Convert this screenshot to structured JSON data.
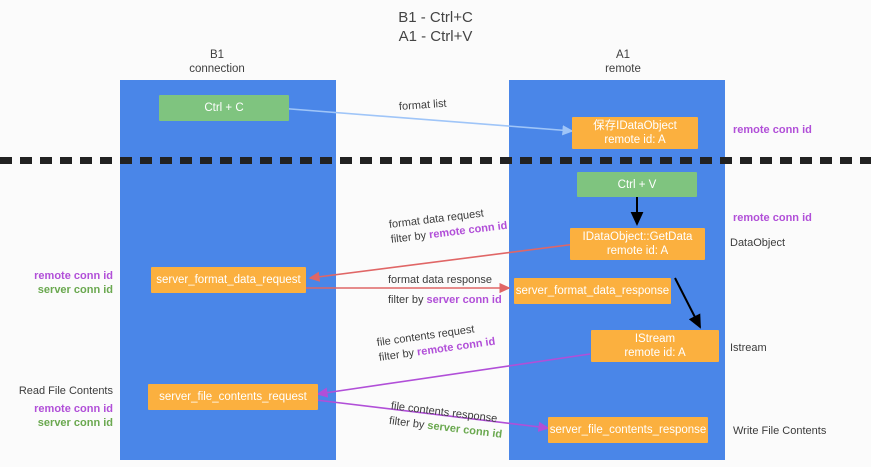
{
  "title": {
    "line1": "B1 - Ctrl+C",
    "line2": "A1 - Ctrl+V"
  },
  "columns": [
    {
      "name": "B1",
      "role": "connection"
    },
    {
      "name": "A1",
      "role": "remote"
    }
  ],
  "boxes": {
    "ctrl_c": {
      "label": "Ctrl + C"
    },
    "save_idataobject": {
      "line1": "保存IDataObject",
      "line2": "remote id: A"
    },
    "ctrl_v": {
      "label": "Ctrl + V"
    },
    "getdata": {
      "line1": "IDataObject::GetData",
      "line2": "remote id: A"
    },
    "server_format_data_request": {
      "label": "server_format_data_request"
    },
    "server_format_data_response": {
      "label": "server_format_data_response"
    },
    "istream": {
      "line1": "IStream",
      "line2": "remote id: A"
    },
    "server_file_contents_request": {
      "label": "server_file_contents_request"
    },
    "server_file_contents_response": {
      "label": "server_file_contents_response"
    }
  },
  "edges": {
    "format_list": {
      "label": "format list"
    },
    "format_data_request": {
      "label": "format data request",
      "filter_prefix": "filter by ",
      "filter_key": "remote conn id"
    },
    "format_data_response": {
      "label": "format data response",
      "filter_prefix": "filter by ",
      "filter_key": "server conn id"
    },
    "file_contents_request": {
      "label": "file contents request",
      "filter_prefix": "filter by ",
      "filter_key": "remote conn id"
    },
    "file_contents_response": {
      "label": "file contents response",
      "filter_prefix": "filter by ",
      "filter_key": "server conn id"
    }
  },
  "annotations": {
    "right_top_remote_conn_id": "remote conn id",
    "right_mid_remote_conn_id": "remote conn id",
    "right_dataobject": "DataObject",
    "right_istream": "Istream",
    "right_write_file_contents": "Write File Contents",
    "left_remote_conn_id": "remote conn id",
    "left_server_conn_id": "server conn id",
    "left_read_file_contents": "Read File Contents",
    "left_remote_conn_id_2": "remote conn id",
    "left_server_conn_id_2": "server conn id"
  },
  "colors": {
    "lane": "#4a86e8",
    "green_box": "#7fc47f",
    "orange_box": "#fbb03f",
    "purple_text": "#b14fd8",
    "green_text": "#6aa84f",
    "arrow_blue": "#9fc5f8",
    "arrow_red": "#e06666",
    "arrow_black": "#000000",
    "arrow_magenta": "#b14fd8",
    "separator": "#222222"
  }
}
